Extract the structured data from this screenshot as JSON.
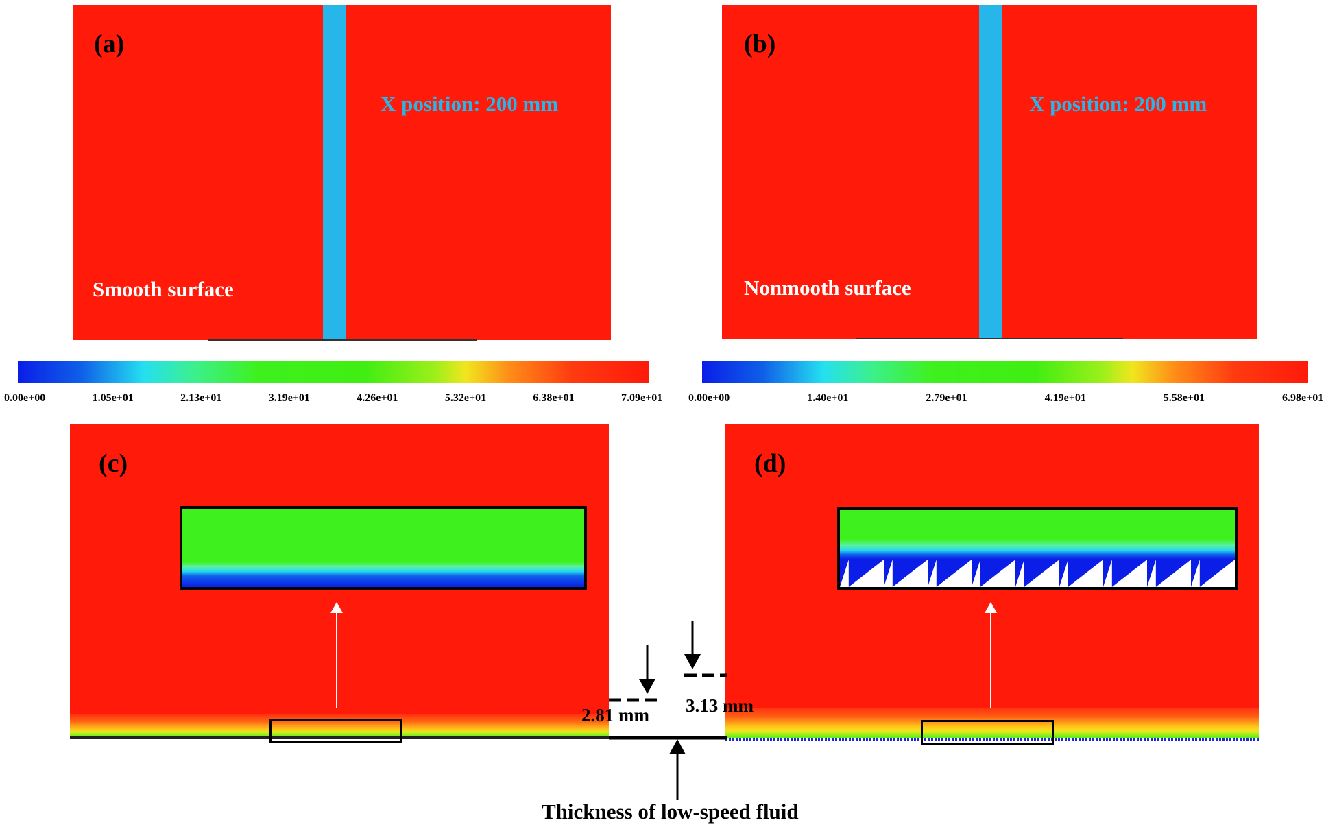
{
  "panels": {
    "a": {
      "label": "(a)",
      "note": "Smooth surface",
      "position_label": "X position: 200 mm"
    },
    "b": {
      "label": "(b)",
      "note": "Nonmooth surface",
      "position_label": "X position: 200 mm"
    },
    "c": {
      "label": "(c)"
    },
    "d": {
      "label": "(d)"
    }
  },
  "colorbars": {
    "left": {
      "ticks": [
        "0.00e+00",
        "1.05e+01",
        "2.13e+01",
        "3.19e+01",
        "4.26e+01",
        "5.32e+01",
        "6.38e+01",
        "7.09e+01"
      ]
    },
    "right": {
      "ticks": [
        "0.00e+00",
        "1.40e+01",
        "2.79e+01",
        "4.19e+01",
        "5.58e+01",
        "6.98e+01"
      ]
    }
  },
  "dimensions": {
    "smooth": "2.81 mm",
    "nonsmooth": "3.13 mm"
  },
  "caption": "Thickness of low-speed fluid",
  "colors": {
    "field": "#ff1a0a",
    "strip": "#26b6ea",
    "low_speed": "#0a1ee8",
    "mid_speed": "#40ee12"
  }
}
